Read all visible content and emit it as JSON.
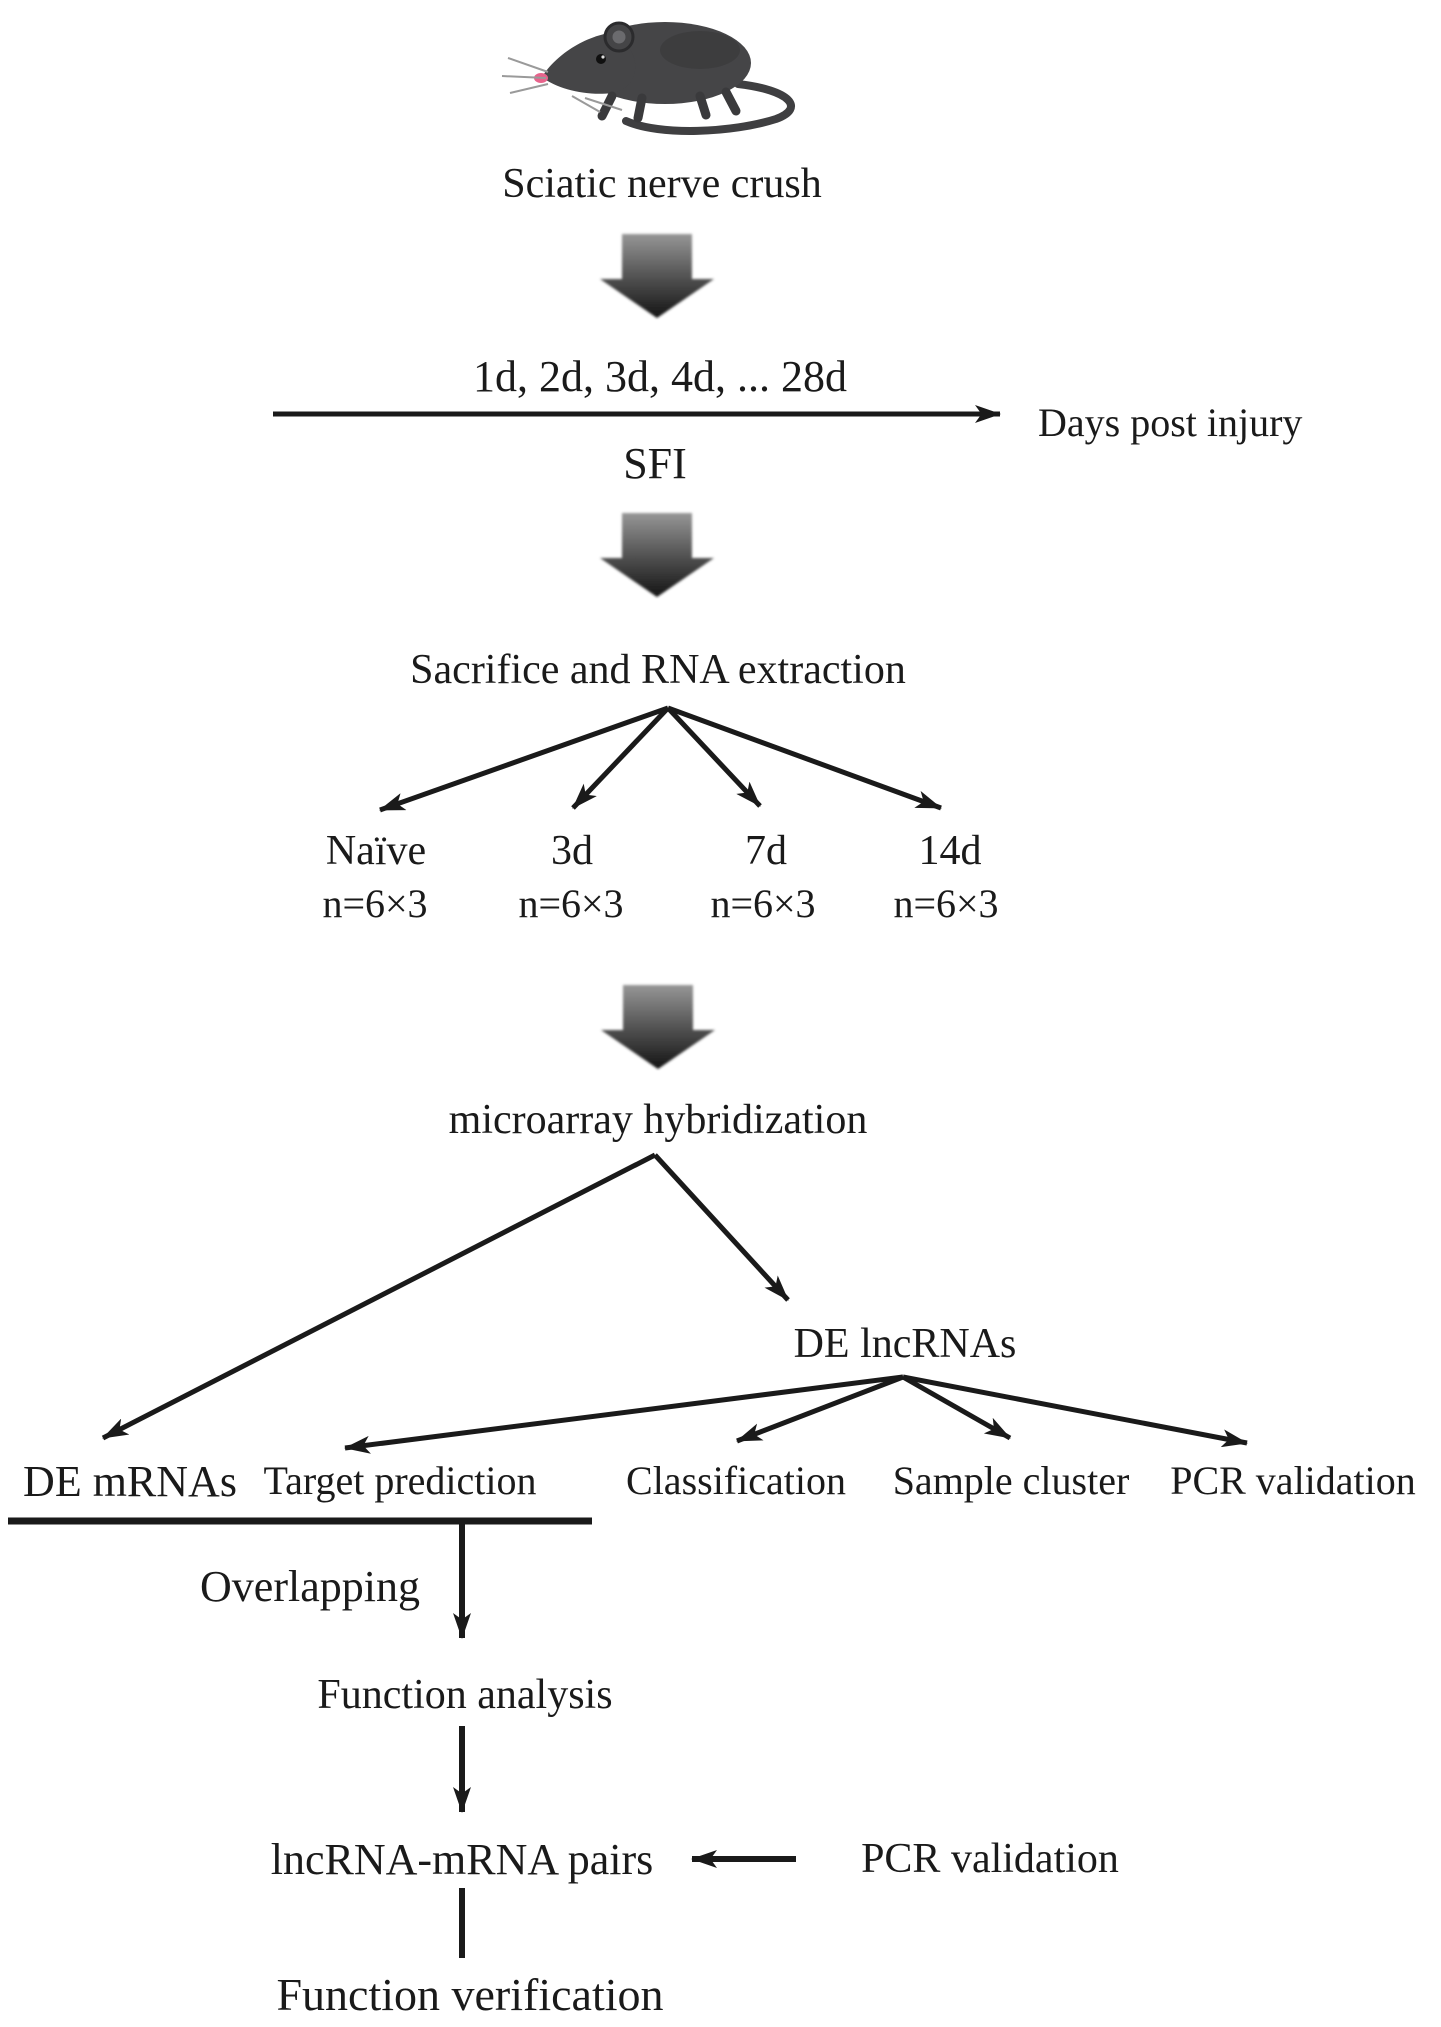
{
  "figure": {
    "background": "#ffffff",
    "text_color": "#1a1a1a",
    "arrow_color": "#1a1a1a",
    "block_arrow_gradient": {
      "top": "#969696",
      "bottom": "#141414"
    },
    "rat_colors": {
      "body": "#454547",
      "shade": "#39393b",
      "nose": "#e8638c",
      "whisker": "#9a9a9a"
    }
  },
  "nodes": {
    "sciatic": "Sciatic nerve crush",
    "timeline": "1d, 2d, 3d, 4d, ... 28d",
    "days_post_injury": "Days post injury",
    "sfi": "SFI",
    "sacrifice": "Sacrifice and RNA extraction",
    "groups": [
      {
        "label": "Naïve",
        "n": "n=6×3"
      },
      {
        "label": "3d",
        "n": "n=6×3"
      },
      {
        "label": "7d",
        "n": "n=6×3"
      },
      {
        "label": "14d",
        "n": "n=6×3"
      }
    ],
    "microarray": "microarray hybridization",
    "de_mrnas": "DE mRNAs",
    "de_lncrnas": "DE lncRNAs",
    "target_prediction": "Target prediction",
    "classification": "Classification",
    "sample_cluster": "Sample cluster",
    "pcr_validation": "PCR validation",
    "overlapping": "Overlapping",
    "function_analysis": "Function analysis",
    "lncrna_mrna_pairs": "lncRNA-mRNA pairs",
    "pcr_validation_2": "PCR validation",
    "function_verification": "Function verification"
  }
}
